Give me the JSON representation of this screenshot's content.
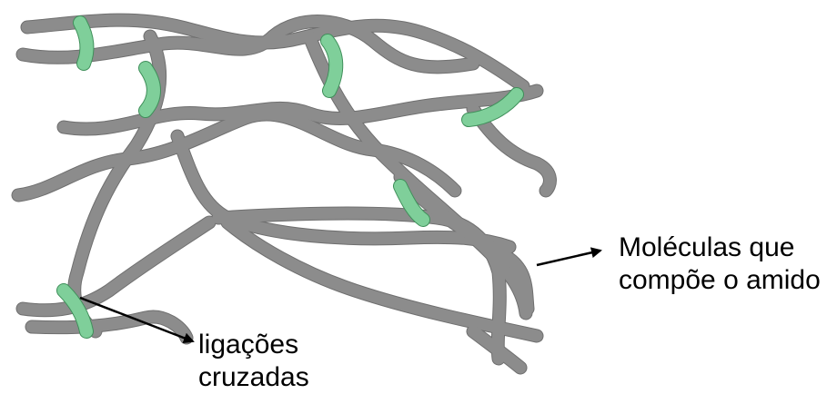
{
  "labels": {
    "molecules_line1": "Moléculas que",
    "molecules_line2": "compõe o amido",
    "crosslinks_line1": "ligações",
    "crosslinks_line2": "cruzadas"
  },
  "colors": {
    "strand": "#8c8c8c",
    "crosslink": "#7fcf9a",
    "arrow": "#000000"
  }
}
